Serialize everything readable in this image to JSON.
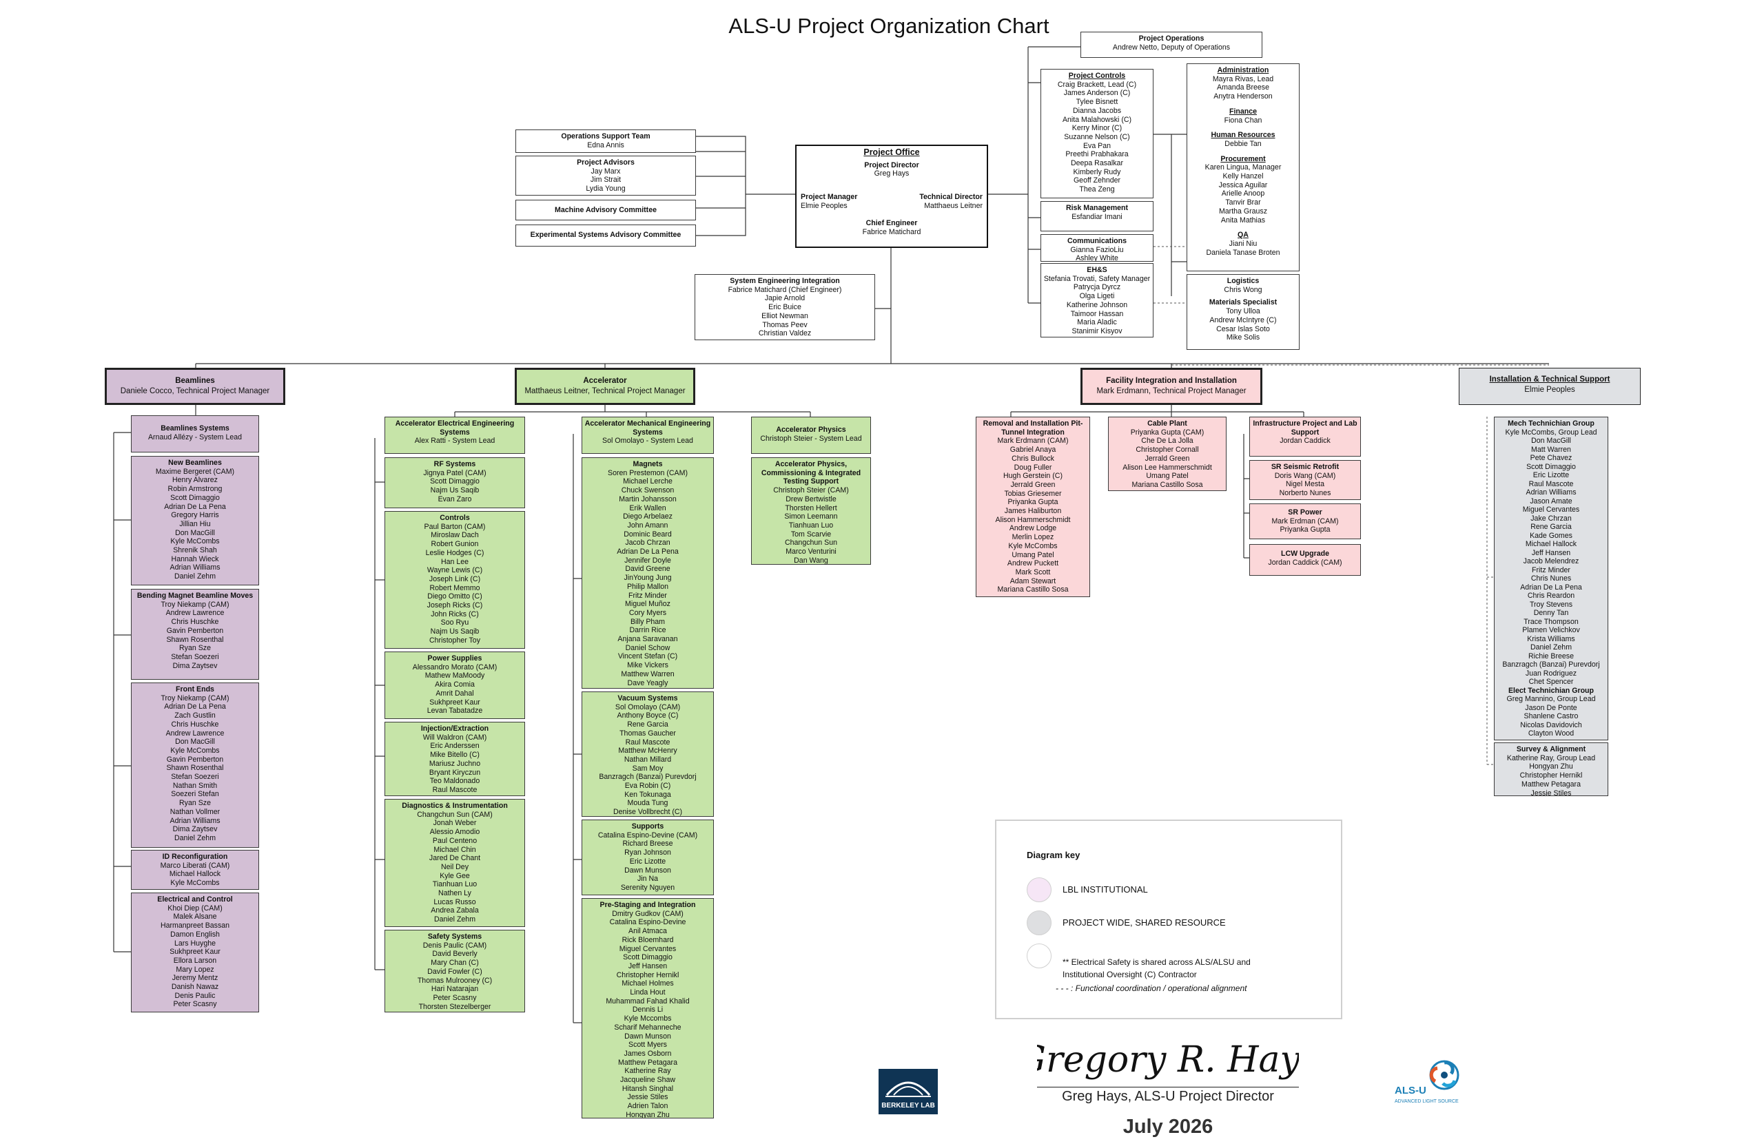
{
  "title": "ALS-U Project Organization Chart",
  "colors": {
    "beamlines": "#d3bfd5",
    "accelerator": "#c6e4a8",
    "facility": "#fbd7d9",
    "shared": "#dfe1e4"
  },
  "project_office": {
    "title": "Project Office",
    "director_role": "Project Director",
    "director_name": "Greg Hays",
    "pm_role": "Project Manager",
    "pm_name": "Elmie Peoples",
    "td_role": "Technical Director",
    "td_name": "Matthaeus Leitner",
    "ce_role": "Chief Engineer",
    "ce_name": "Fabrice Matichard"
  },
  "advisors": {
    "ops_support_title": "Operations Support Team",
    "ops_support_name": "Edna Annis",
    "advisors_title": "Project Advisors",
    "advisors_names": [
      "Jay Marx",
      "Jim Strait",
      "Lydia Young"
    ],
    "mac": "Machine Advisory Committee",
    "esac": "Experimental Systems Advisory Committee"
  },
  "sei": {
    "title": "System Engineering Integration",
    "names": [
      "Fabrice Matichard (Chief Engineer)",
      "Japie Arnold",
      "Eric Buice",
      "Elliot Newman",
      "Thomas Peev",
      "Christian Valdez"
    ]
  },
  "project_ops": {
    "title": "Project Operations",
    "name": "Andrew Netto, Deputy of Operations"
  },
  "project_controls": {
    "title": "Project Controls",
    "names": [
      "Craig Brackett, Lead (C)",
      "James Anderson (C)",
      "Tylee Bisnett",
      "Dianna Jacobs",
      "Anita Malahowski (C)",
      "Kerry Minor (C)",
      "Suzanne Nelson (C)",
      "Eva Pan",
      "Preethi Prabhakara",
      "Deepa Rasalkar",
      "Kimberly Rudy",
      "Geoff Zehnder",
      "Thea Zeng"
    ]
  },
  "risk": {
    "title": "Risk Management",
    "name": "Esfandiar Imani"
  },
  "comms": {
    "title": "Communications",
    "names": [
      "Gianna FazioLiu",
      "Ashley White"
    ]
  },
  "ehs": {
    "title": "EH&S",
    "names": [
      "Stefania Trovati, Safety Manager",
      "Patrycja Dyrcz",
      "Olga Ligeti",
      "Katherine Johnson",
      "Taimoor Hassan",
      "Maria Aladic",
      "Stanimir Kisyov"
    ]
  },
  "admin_col": {
    "admin_title": "Administration",
    "admin_names": [
      "Mayra Rivas, Lead",
      "Amanda Breese",
      "Anytra Henderson"
    ],
    "finance_title": "Finance",
    "finance_names": [
      "Fiona Chan"
    ],
    "hr_title": "Human Resources",
    "hr_names": [
      "Debbie Tan"
    ],
    "proc_title": "Procurement",
    "proc_names": [
      "Karen Lingua, Manager",
      "Kelly Hanzel",
      "Jessica Aguilar",
      "Arielle Anoop",
      "Tanvir Brar",
      "Martha Grausz",
      "Anita Mathias"
    ],
    "qa_title": "QA",
    "qa_names": [
      "Jiani Niu",
      "Daniela Tanase Broten"
    ]
  },
  "logistics": {
    "title": "Logistics",
    "names": [
      "Chris Wong"
    ],
    "ms_title": "Materials Specialist",
    "ms_names": [
      "Tony Ulloa",
      "Andrew McIntyre (C)",
      "Cesar Islas Soto",
      "Mike Solis"
    ]
  },
  "divisions": {
    "beamlines": {
      "title": "Beamlines",
      "lead": "Daniele Cocco, Technical Project Manager"
    },
    "accelerator": {
      "title": "Accelerator",
      "lead": "Matthaeus Leitner, Technical Project Manager"
    },
    "facility": {
      "title": "Facility Integration and Installation",
      "lead": "Mark Erdmann, Technical Project Manager"
    },
    "installation": {
      "title": "Installation & Technical Support",
      "lead": "Elmie Peoples"
    }
  },
  "beamlines_groups": {
    "systems": {
      "title": "Beamlines Systems",
      "lead": "Arnaud Allézy - System Lead"
    },
    "nbl": {
      "title": "New Beamlines",
      "names": [
        "Maxime Bergeret (CAM)",
        "Henry Alvarez",
        "Robin Armstrong",
        "Scott Dimaggio",
        "Adrian De La Pena",
        "Gregory Harris",
        "Jillian Hiu",
        "Don MacGill",
        "Kyle McCombs",
        "Shrenik Shah",
        "Hannah Wieck",
        "Adrian Williams",
        "Daniel Zehm"
      ]
    },
    "bm": {
      "title": "Bending Magnet Beamline Moves",
      "names": [
        "Troy Niekamp (CAM)",
        "Andrew Lawrence",
        "Chris Huschke",
        "Gavin Pemberton",
        "Shawn Rosenthal",
        "Ryan Sze",
        "Stefan Soezeri",
        "Dima Zaytsev"
      ]
    },
    "fe": {
      "title": "Front Ends",
      "names": [
        "Troy Niekamp (CAM)",
        "Adrian De La Pena",
        "Zach Gustlin",
        "Chris Huschke",
        "Andrew Lawrence",
        "Don MacGill",
        "Kyle McCombs",
        "Gavin Pemberton",
        "Shawn Rosenthal",
        "Stefan Soezeri",
        "Nathan Smith",
        "Soezeri Stefan",
        "Ryan Sze",
        "Nathan Vollmer",
        "Adrian Williams",
        "Dima Zaytsev",
        "Daniel Zehm"
      ]
    },
    "idr": {
      "title": "ID Reconfiguration",
      "names": [
        "Marco Liberati (CAM)",
        "Michael Hallock",
        "Kyle McCombs"
      ]
    },
    "ec": {
      "title": "Electrical and Control",
      "names": [
        "Khoi Diep (CAM)",
        "Malek Alsane",
        "Harmanpreet Bassan",
        "Damon English",
        "Lars Huyghe",
        "Sukhpreet Kaur",
        "Ellora Larson",
        "Mary Lopez",
        "Jeremy Mentz",
        "Danish Nawaz",
        "Denis Paulic",
        "Peter Scasny"
      ]
    }
  },
  "elec_groups": {
    "systems": {
      "title": "Accelerator Electrical Engineering Systems",
      "lead": "Alex Ratti - System Lead"
    },
    "rf": {
      "title": "RF Systems",
      "names": [
        "Jignya Patel (CAM)",
        "Scott Dimaggio",
        "Najm Us Saqib",
        "Evan Zaro"
      ]
    },
    "controls": {
      "title": "Controls",
      "names": [
        "Paul Barton (CAM)",
        "Miroslaw Dach",
        "Robert Gunion",
        "Leslie Hodges (C)",
        "Han Lee",
        "Wayne Lewis (C)",
        "Joseph Link (C)",
        "Robert Memmo",
        "Diego Omitto (C)",
        "Joseph Ricks (C)",
        "John Ricks (C)",
        "Soo Ryu",
        "Najm Us Saqib",
        "Christopher Toy"
      ]
    },
    "ps": {
      "title": "Power Supplies",
      "names": [
        "Alessandro Morato (CAM)",
        "Mathew MaMoody",
        "Akira Comia",
        "Amrit Dahal",
        "Sukhpreet Kaur",
        "Levan Tabatadze"
      ]
    },
    "inj": {
      "title": "Injection/Extraction",
      "names": [
        "Will Waldron (CAM)",
        "Eric Anderssen",
        "Mike Bitello (C)",
        "Mariusz Juchno",
        "Bryant Kiryczun",
        "Teo Maldonado",
        "Raul Mascote"
      ]
    },
    "diag": {
      "title": "Diagnostics & Instrumentation",
      "names": [
        "Changchun Sun (CAM)",
        "Jonah Weber",
        "Alessio Amodio",
        "Paul Centeno",
        "Michael Chin",
        "Jared De Chant",
        "Neil Dey",
        "Kyle Gee",
        "Tianhuan Luo",
        "Nathen Ly",
        "Lucas Russo",
        "Andrea Zabala",
        "Daniel Zehm"
      ]
    },
    "safety": {
      "title": "Safety Systems",
      "names": [
        "Denis Paulic (CAM)",
        "David Beverly",
        "Mary Chan (C)",
        "David Fowler (C)",
        "Thomas Mulrooney (C)",
        "Hari Natarajan",
        "Peter Scasny",
        "Thorsten Stezelberger"
      ]
    }
  },
  "mech_groups": {
    "systems": {
      "title": "Accelerator Mechanical Engineering Systems",
      "lead": "Sol Omolayo - System Lead"
    },
    "magnets": {
      "title": "Magnets",
      "names": [
        "Soren Prestemon (CAM)",
        "Michael Lerche",
        "Chuck Swenson",
        "Martin Johansson",
        "Erik Wallen",
        "Diego Arbelaez",
        "John Amann",
        "Dominic Beard",
        "Jacob Chrzan",
        "Adrian De La Pena",
        "Jennifer Doyle",
        "David Greene",
        "JinYoung Jung",
        "Philip Mallon",
        "Fritz Minder",
        "Miguel Muñoz",
        "Cory Myers",
        "Billy Pham",
        "Darrin Rice",
        "Anjana Saravanan",
        "Daniel Schow",
        "Vincent Stefan (C)",
        "Mike Vickers",
        "Matthew Warren",
        "Dave Yeagly"
      ]
    },
    "vacuum": {
      "title": "Vacuum Systems",
      "names": [
        "Sol Omolayo (CAM)",
        "Anthony Boyce (C)",
        "Rene Garcia",
        "Thomas Gaucher",
        "Raul Mascote",
        "Matthew McHenry",
        "Nathan Millard",
        "Sam Moy",
        "Banzragch (Banzai) Purevdorj",
        "Eva Robin (C)",
        "Ken Tokunaga",
        "Mouda Tung",
        "Denise Vollbrecht (C)"
      ]
    },
    "supports": {
      "title": "Supports",
      "names": [
        "Catalina Espino-Devine (CAM)",
        "Richard Breese",
        "Ryan Johnson",
        "Eric Lizotte",
        "Dawn Munson",
        "Jin Na",
        "Serenity Nguyen"
      ]
    },
    "prestage": {
      "title": "Pre-Staging and Integration",
      "names": [
        "Dmitry Gudkov (CAM)",
        "Catalina Espino-Devine",
        "Anil Atmaca",
        "Rick Bloemhard",
        "Miguel Cervantes",
        "Scott Dimaggio",
        "Jeff Hansen",
        "Christopher Hernikl",
        "Michael Holmes",
        "Linda Hout",
        "Muhammad Fahad Khalid",
        "Dennis Li",
        "Kyle Mccombs",
        "Scharif Mehanneche",
        "Dawn Munson",
        "Scott Myers",
        "James Osborn",
        "Matthew Petagara",
        "Katherine Ray",
        "Jacqueline Shaw",
        "Hitansh Singhal",
        "Jessie Stiles",
        "Adrien Talon",
        "Hongyan Zhu"
      ]
    }
  },
  "physics_groups": {
    "systems": {
      "title": "Accelerator Physics",
      "lead": "Christoph Steier - System Lead"
    },
    "apcit": {
      "title": "Accelerator Physics, Commissioning & Integrated Testing Support",
      "names": [
        "Christoph Steier (CAM)",
        "Drew Bertwistle",
        "Thorsten Hellert",
        "Simon Leemann",
        "Tianhuan Luo",
        "Tom Scarvie",
        "Changchun Sun",
        "Marco Venturini",
        "Dan Wang"
      ]
    }
  },
  "facility_groups": {
    "removal": {
      "title": "Removal and Installation Pit-Tunnel Integration",
      "names": [
        "Mark Erdmann (CAM)",
        "Gabriel Anaya",
        "Chris Bullock",
        "Doug Fuller",
        "Hugh Gerstein (C)",
        "Jerrald Green",
        "Tobias Griesemer",
        "Priyanka Gupta",
        "James Haliburton",
        "Alison Hammerschmidt",
        "Andrew Lodge",
        "Merlin Lopez",
        "Kyle McCombs",
        "Umang Patel",
        "Andrew Puckett",
        "Mark Scott",
        "Adam Stewart",
        "Mariana Castillo Sosa"
      ]
    },
    "cable": {
      "title": "Cable Plant",
      "names": [
        "Priyanka Gupta (CAM)",
        "Che De La Jolla",
        "Christopher Cornall",
        "Jerrald Green",
        "Alison Lee Hammerschmidt",
        "Umang Patel",
        "Mariana Castillo Sosa"
      ]
    },
    "infra": {
      "title": "Infrastructure Project and Lab Support",
      "names": [
        "Jordan Caddick"
      ]
    },
    "seismic": {
      "title": "SR Seismic Retrofit",
      "names": [
        "Doris Wang (CAM)",
        "Nigel Mesta",
        "Norberto Nunes"
      ]
    },
    "power": {
      "title": "SR Power",
      "names": [
        "Mark Erdman (CAM)",
        "Priyanka Gupta"
      ]
    },
    "lcw": {
      "title": "LCW Upgrade",
      "names": [
        "Jordan Caddick (CAM)"
      ]
    }
  },
  "install_groups": {
    "mech": {
      "title": "Mech Technichian Group",
      "names": [
        "Kyle McCombs, Group Lead",
        "Don MacGill",
        "Matt Warren",
        "Pete Chavez",
        "Scott Dimaggio",
        "Eric Lizotte",
        "Raul Mascote",
        "Adrian Williams",
        "Jason Amate",
        "Miguel Cervantes",
        "Jake Chrzan",
        "Rene Garcia",
        "Kade Gomes",
        "Michael Hallock",
        "Jeff Hansen",
        "Jacob Melendrez",
        "Fritz Minder",
        "Chris Nunes",
        "Adrian De La Pena",
        "Chris Reardon",
        "Troy Stevens",
        "Denny Tan",
        "Trace Thompson",
        "Plamen Velichkov",
        "Krista Williams",
        "Daniel Zehm",
        "Richie Breese",
        "Banzragch (Banzai) Purevdorj",
        "Juan Rodriguez",
        "Chet Spencer"
      ],
      "elect_title": "Elect Technichian Group",
      "elect_names": [
        "Greg Mannino, Group Lead",
        "Jason De Ponte",
        "Shanlene Castro",
        "Nicolas Davidovich",
        "Clayton Wood"
      ]
    },
    "survey": {
      "title": "Survey & Alignment",
      "names": [
        "Katherine Ray, Group Lead",
        "Hongyan Zhu",
        "Christopher Hernikl",
        "Matthew Petagara",
        "Jessie Stiles"
      ]
    }
  },
  "key": {
    "title": "Diagram key",
    "lbl": "LBL INSTITUTIONAL",
    "shared": "PROJECT WIDE, SHARED RESOURCE",
    "note1": "** Electrical Safety is shared across ALS/ALSU and",
    "note2": "Institutional Oversight (C) Contractor",
    "dash": "- - - : Functional coordination / operational alignment",
    "c1": "#f6e6f6",
    "c2": "#dedfe1",
    "c3": "#ffffff"
  },
  "signature": {
    "script": "Gregory R. Hays",
    "name": "Greg Hays, ALS-U Project Director",
    "date": "July 2026"
  },
  "logos": {
    "berkeley": "BERKELEY LAB",
    "alsu": "ALS-U",
    "alsu_sub": "ADVANCED LIGHT SOURCE"
  }
}
